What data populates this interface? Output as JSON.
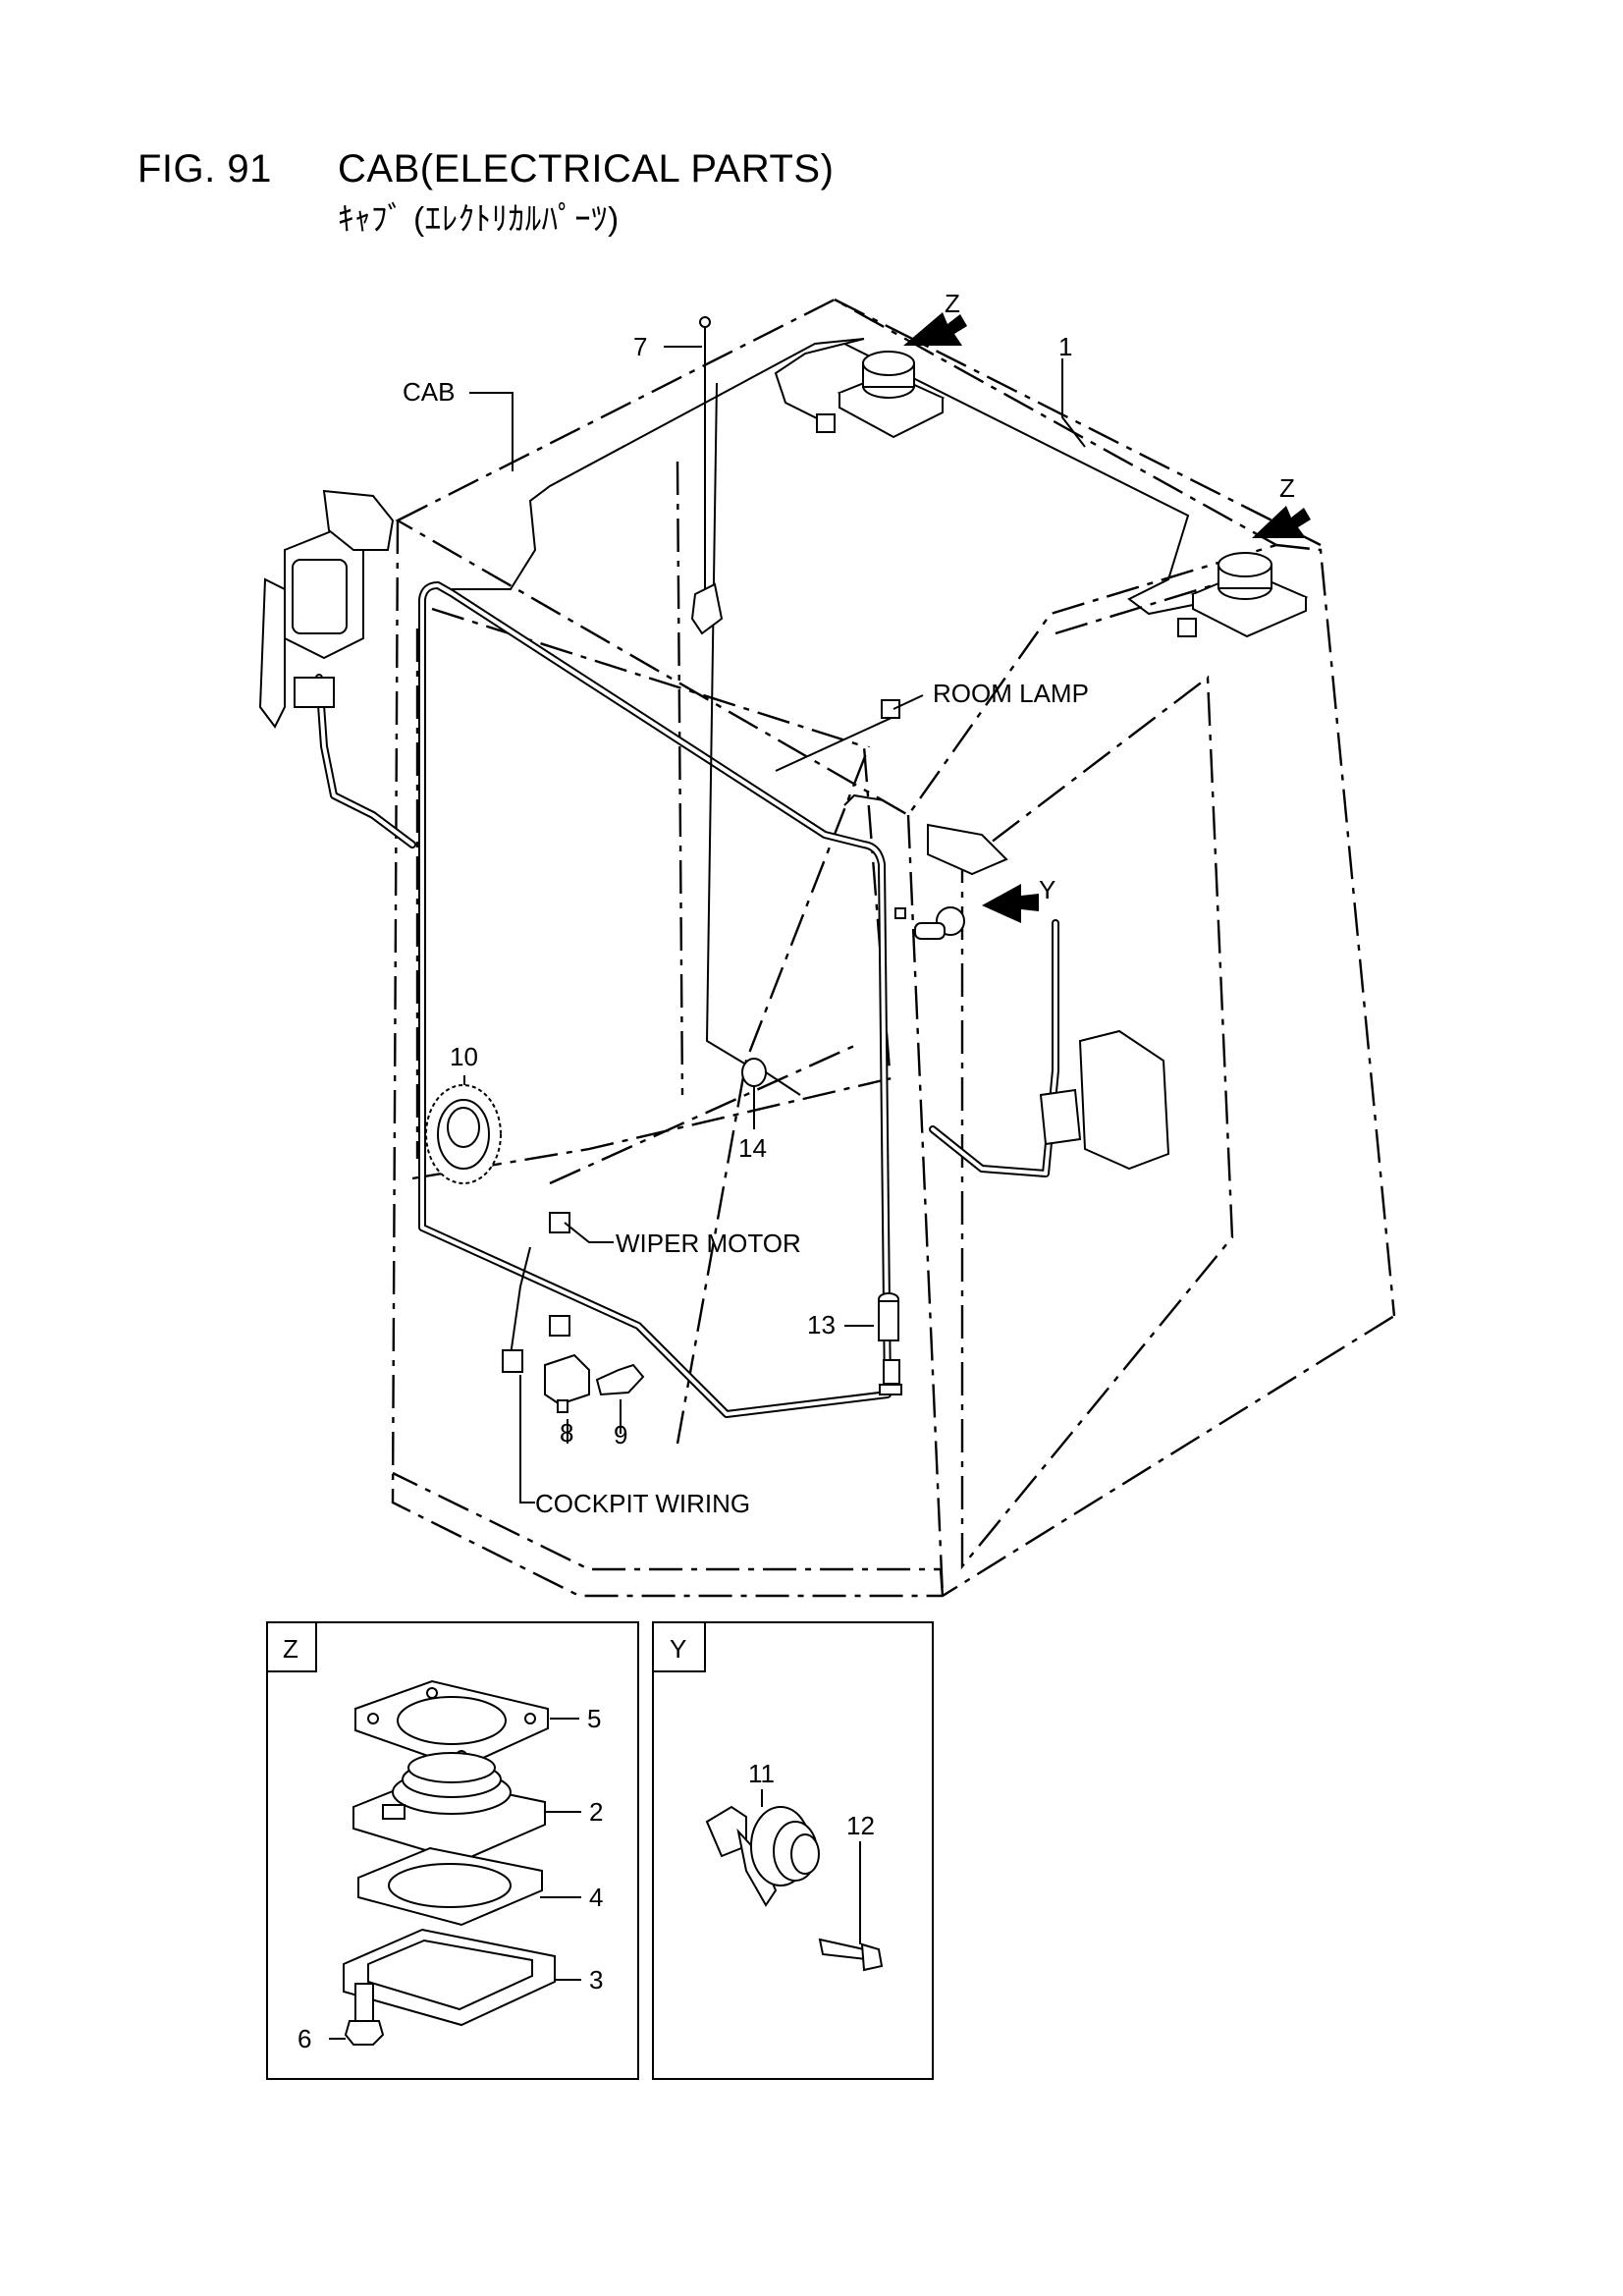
{
  "header": {
    "figure_number": "FIG. 91",
    "title": "CAB(ELECTRICAL PARTS)",
    "subtitle": "ｷｬﾌﾞ (ｴﾚｸﾄﾘｶﾙﾊﾟｰﾂ)"
  },
  "main_view": {
    "labels": {
      "cab": "CAB",
      "room_lamp": "ROOM LAMP",
      "wiper_motor": "WIPER MOTOR",
      "cockpit_wiring": "COCKPIT WIRING"
    },
    "view_markers": {
      "z_top": "Z",
      "z_right": "Z",
      "y": "Y"
    },
    "callouts": {
      "p1": "1",
      "p7": "7",
      "p8": "8",
      "p9": "9",
      "p10": "10",
      "p13": "13",
      "p14": "14"
    }
  },
  "detail_z": {
    "title": "Z",
    "callouts": {
      "p2": "2",
      "p3": "3",
      "p4": "4",
      "p5": "5",
      "p6": "6"
    }
  },
  "detail_y": {
    "title": "Y",
    "callouts": {
      "p11": "11",
      "p12": "12"
    }
  }
}
